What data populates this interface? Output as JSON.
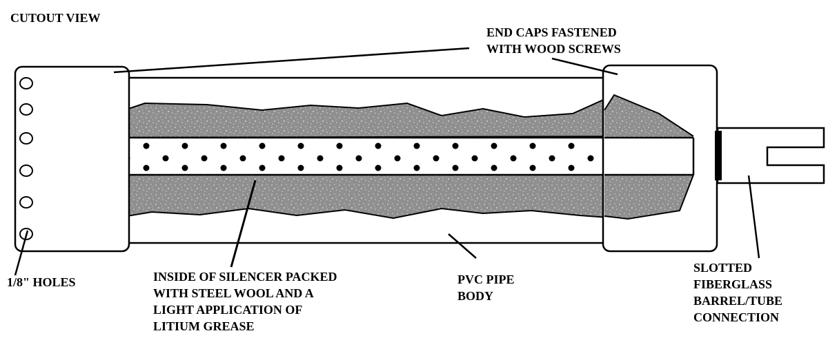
{
  "title": "CUTOUT VIEW",
  "labels": {
    "end_caps": [
      "END CAPS FASTENED",
      "WITH WOOD SCREWS"
    ],
    "holes": "1/8\" HOLES",
    "inside": [
      "INSIDE OF SILENCER PACKED",
      "WITH STEEL WOOL AND A",
      "LIGHT APPLICATION OF",
      "LITIUM GREASE"
    ],
    "pvc": [
      "PVC PIPE",
      "BODY"
    ],
    "barrel": [
      "SLOTTED",
      "FIBERGLASS",
      "BARREL/TUBE",
      "CONNECTION"
    ]
  },
  "colors": {
    "ink": "#000000",
    "packing": "#8f8f8f",
    "speckle": "#d6d6d6",
    "background": "#ffffff"
  }
}
